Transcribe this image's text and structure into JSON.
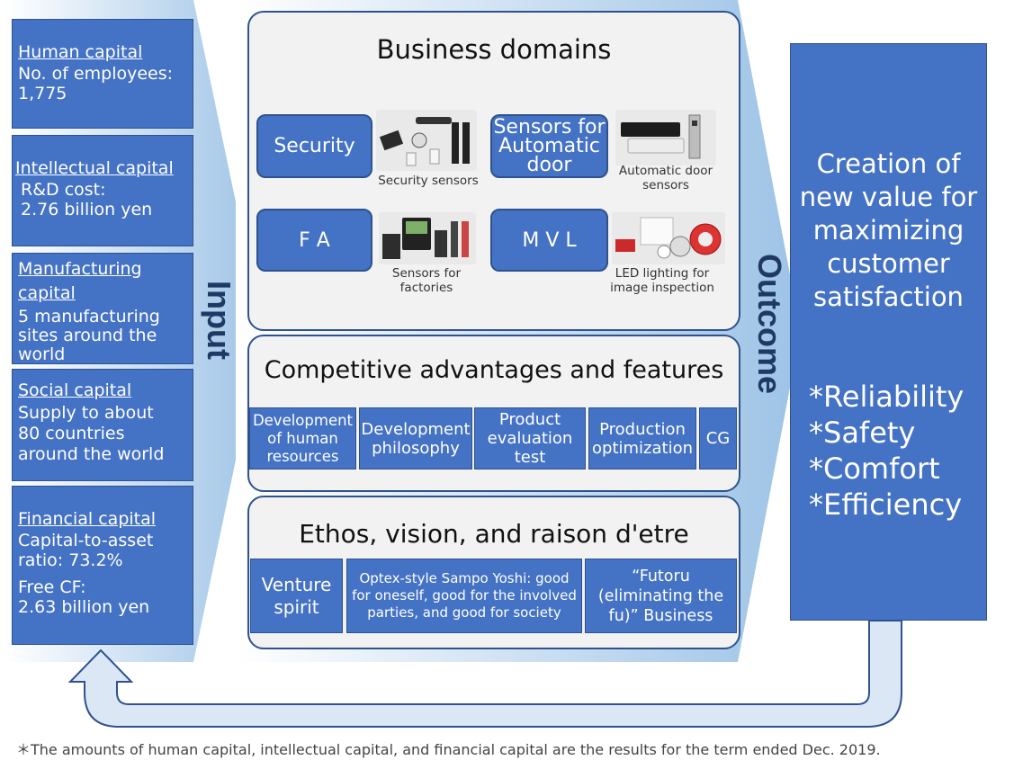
{
  "input_label": "Input",
  "outcome_label": "Outcome",
  "capitals": [
    {
      "title": "Human capital",
      "lines": [
        "No. of employees:",
        "1,775"
      ]
    },
    {
      "title": "Intellectual capital",
      "lines": [
        "R&D cost:",
        "2.76 billion yen"
      ]
    },
    {
      "title": "Manufacturing capital",
      "lines": [
        "5 manufacturing sites around the world"
      ]
    },
    {
      "title": "Social capital",
      "lines": [
        "Supply to about 80 countries around the world"
      ]
    },
    {
      "title": "Financial capital",
      "lines": [
        "Capital-to-asset ratio: 73.2%",
        "Free CF:",
        "2.63 billion yen"
      ]
    }
  ],
  "business_domains": {
    "title": "Business domains",
    "items": [
      {
        "label": "Security",
        "image_caption": "Security sensors"
      },
      {
        "label": "Sensors for Automatic door",
        "image_caption": "Automatic door sensors"
      },
      {
        "label": "F A",
        "image_caption": "Sensors for factories"
      },
      {
        "label": "M V L",
        "image_caption": "LED lighting for image inspection"
      }
    ]
  },
  "advantages": {
    "title": "Competitive advantages and features",
    "items": [
      "Development of human resources",
      "Development philosophy",
      "Product evaluation test",
      "Production optimization",
      "CG"
    ]
  },
  "ethos": {
    "title": "Ethos, vision, and raison d'etre",
    "items": [
      "Venture spirit",
      "Optex-style Sampo Yoshi: good for oneself, good for the involved parties, and good for society",
      "“Futoru (eliminating the fu)” Business"
    ]
  },
  "outcome": {
    "main": "Creation of new value for maximizing customer satisfaction",
    "items": [
      "*Reliability",
      "*Safety",
      "*Comfort",
      "*Efficiency"
    ]
  },
  "footnote": "＊The amounts of human capital, intellectual capital, and financial capital are the results for the term ended Dec. 2019.",
  "colors": {
    "box_fill": "#4472c4",
    "box_border": "#2f528f",
    "arrow_light": "#dbe7f5",
    "arrow_dark": "#9dc3e6"
  }
}
